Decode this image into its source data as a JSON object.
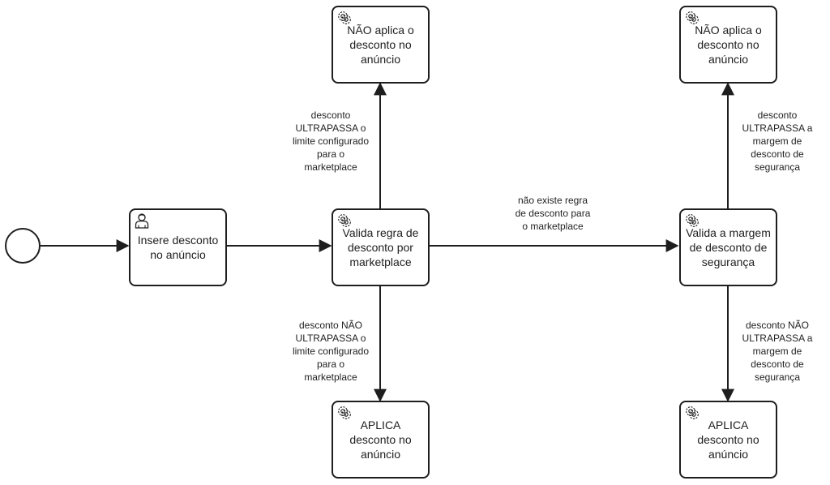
{
  "diagram": {
    "colors": {
      "stroke": "#1e1e1e",
      "fill": "#ffffff",
      "text": "#222222"
    },
    "start_event": {
      "type": "start-event"
    },
    "tasks": [
      {
        "id": "t_insere",
        "icon": "user-icon",
        "label": "Insere desconto\nno anúncio"
      },
      {
        "id": "t_valida_regra",
        "icon": "gear-icon",
        "label": "Valida regra de\ndesconto por\nmarketplace"
      },
      {
        "id": "t_nao_aplica_1",
        "icon": "gear-icon",
        "label": "NÃO aplica o\ndesconto no\nanúncio"
      },
      {
        "id": "t_aplica_1",
        "icon": "gear-icon",
        "label": "APLICA\ndesconto no\nanúncio"
      },
      {
        "id": "t_valida_margem",
        "icon": "gear-icon",
        "label": "Valida a margem\nde desconto de\nsegurança"
      },
      {
        "id": "t_nao_aplica_2",
        "icon": "gear-icon",
        "label": "NÃO aplica o\ndesconto no\nanúncio"
      },
      {
        "id": "t_aplica_2",
        "icon": "gear-icon",
        "label": "APLICA\ndesconto no\nanúncio"
      }
    ],
    "flows": [
      {
        "from": "start",
        "to": "t_insere",
        "label": ""
      },
      {
        "from": "t_insere",
        "to": "t_valida_regra",
        "label": ""
      },
      {
        "from": "t_valida_regra",
        "to": "t_nao_aplica_1",
        "label": "desconto\nULTRAPASSA o\nlimite configurado\npara o\nmarketplace"
      },
      {
        "from": "t_valida_regra",
        "to": "t_aplica_1",
        "label": "desconto NÃO\nULTRAPASSA o\nlimite configurado\npara o\nmarketplace"
      },
      {
        "from": "t_valida_regra",
        "to": "t_valida_margem",
        "label": "não existe regra\nde desconto para\no marketplace"
      },
      {
        "from": "t_valida_margem",
        "to": "t_nao_aplica_2",
        "label": "desconto\nULTRAPASSA a\nmargem de\ndesconto de\nsegurança"
      },
      {
        "from": "t_valida_margem",
        "to": "t_aplica_2",
        "label": "desconto NÃO\nULTRAPASSA a\nmargem de\ndesconto de\nsegurança"
      }
    ]
  }
}
